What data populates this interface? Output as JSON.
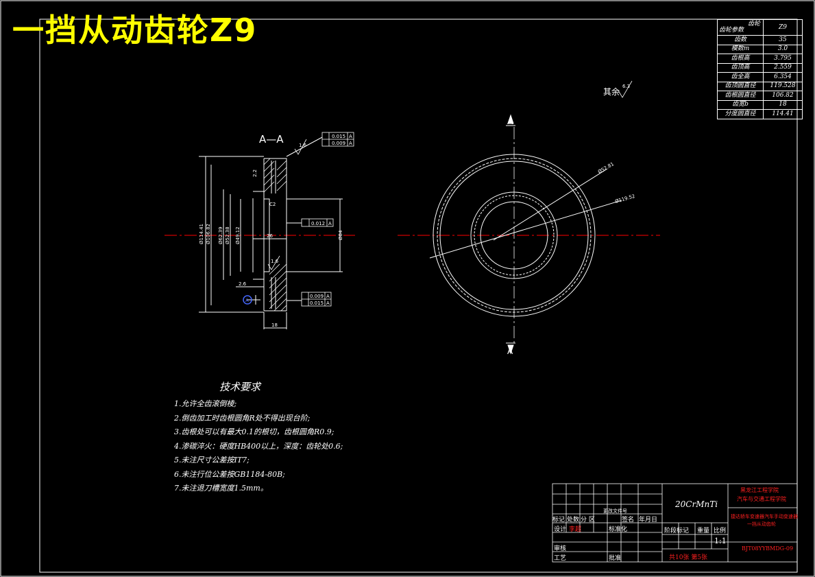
{
  "title": "一挡从动齿轮Z9",
  "section_label": "A—A",
  "rest_roughness": "其余",
  "rest_roughness_value": "6.3",
  "params": {
    "header_gear": "齿轮",
    "header_param": "齿轮参数",
    "header_value": "Z9",
    "rows": [
      {
        "k": "齿数",
        "v": "35"
      },
      {
        "k": "模数m",
        "v": "3.0"
      },
      {
        "k": "齿根高",
        "v": "3.795"
      },
      {
        "k": "齿顶高",
        "v": "2.559"
      },
      {
        "k": "齿全高",
        "v": "6.354"
      },
      {
        "k": "齿顶圆直径",
        "v": "119.528"
      },
      {
        "k": "齿根圆直径",
        "v": "106.82"
      },
      {
        "k": "齿宽b",
        "v": "18"
      },
      {
        "k": "分度圆直径",
        "v": "114.41"
      }
    ]
  },
  "tech": {
    "title": "技术要求",
    "items": [
      "1.允许全齿滚倒棱;",
      "2.倒齿加工时齿根圆角R处不得出现台阶;",
      "3.齿根处可以有最大0.1的根切，齿根圆角R0.9;",
      "4.渗碳淬火：硬度HB400以上，深度：齿轮处0.6;",
      "5.未注尺寸公差按IT7;",
      "6.未注行位公差按GB1184-80B;",
      "7.未注退刀槽宽度1.5mm。"
    ]
  },
  "dims": {
    "d1": "Ø114.41",
    "d2": "Ø106.82",
    "d3": "Ø62.39",
    "d4": "Ø52.38",
    "d5": "Ø49.12",
    "d6": "Ø84",
    "w26": "26",
    "w18": "18",
    "w2_6": "2.6",
    "c2": "C2",
    "c2b": "2.2",
    "r16a": "1.6",
    "r16b": "1.6",
    "r16c": "1.6",
    "tol1": "0.015",
    "tol2": "0.009",
    "tol3": "0.012",
    "tol4": "0.009",
    "tol5": "0.015",
    "datum": "A",
    "circle1": "Ø52.81",
    "circle2": "Ø119.52"
  },
  "titleblock": {
    "material": "20CrMnTi",
    "school1": "黑龙江工程学院",
    "school2": "汽车与交通工程学院",
    "project1": "捷达轿车变速器汽车手动变速器",
    "project2": "一挡从动齿轮",
    "drawing_no": "BJT08YYBMDG-09",
    "scale": "1:1",
    "sheet": "共10张 第5张",
    "mark": "标记",
    "count": "处数",
    "zone": "分 区",
    "docno": "更改文件号",
    "sign": "签名",
    "date": "年月日",
    "design": "设计",
    "designer": "李超",
    "standard": "标准化",
    "stage": "阶段标记",
    "weight": "重量",
    "ratio": "比例",
    "review": "审核",
    "process": "工艺",
    "approve": "批准"
  },
  "colors": {
    "title": "#ffff00",
    "centerline": "#ff0000",
    "lines": "#ffffff",
    "accent": "#ff2020"
  }
}
